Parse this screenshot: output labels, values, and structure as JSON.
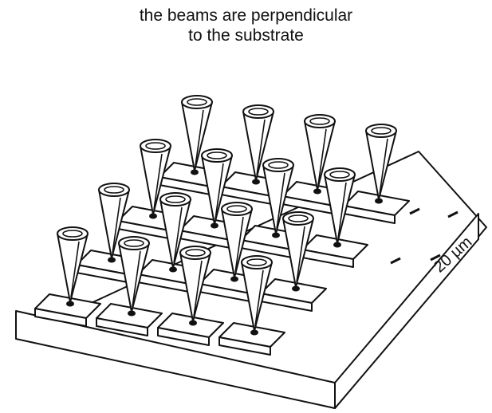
{
  "caption": {
    "line1": "the beams are perpendicular",
    "line2": "to the substrate"
  },
  "scale": {
    "label": "20 µm"
  },
  "array": {
    "rows": 4,
    "columns": 4
  }
}
